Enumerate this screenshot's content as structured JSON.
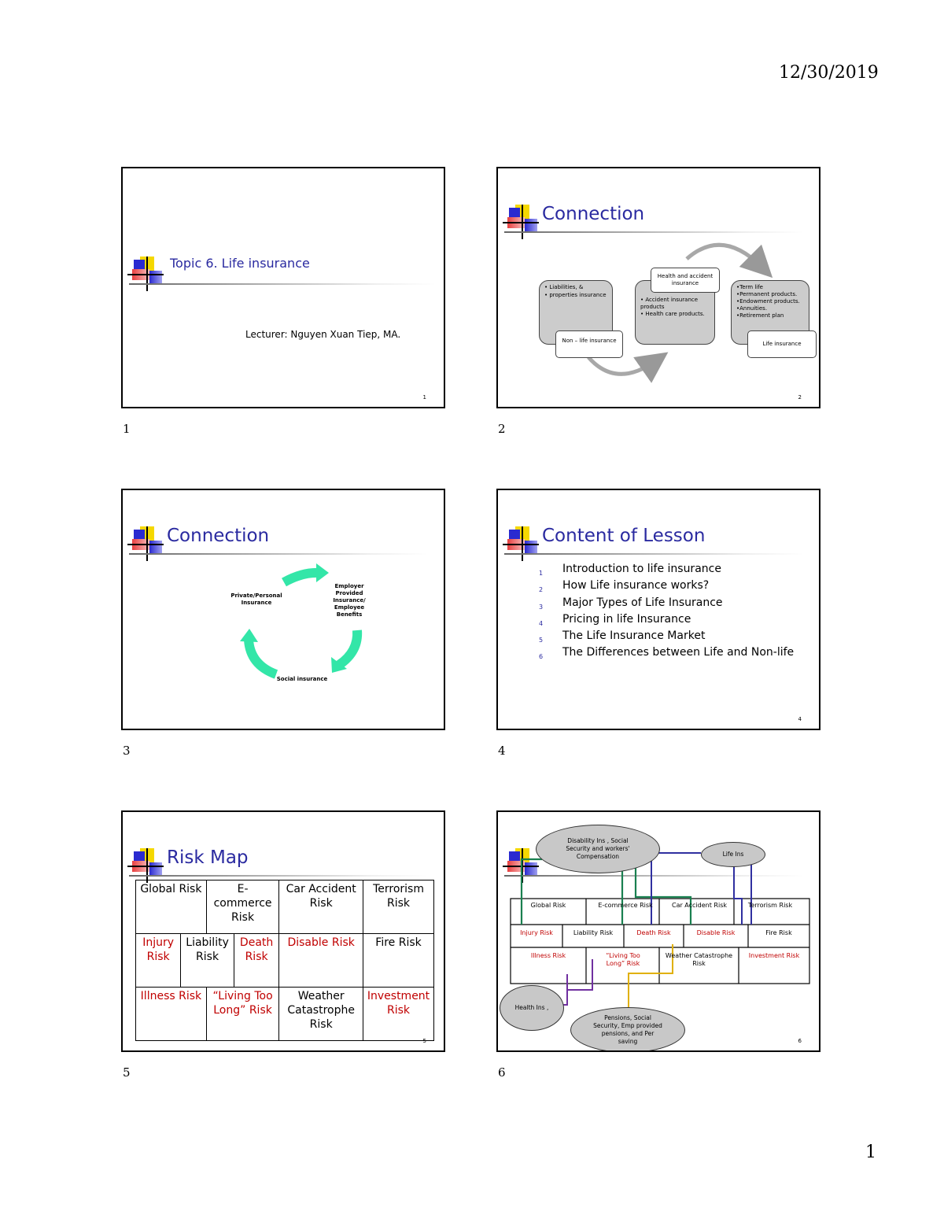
{
  "header": {
    "date": "12/30/2019"
  },
  "footer": {
    "page": "1"
  },
  "slide1": {
    "num": "1",
    "inner_num": "1",
    "title": "Topic 6. Life insurance",
    "lecturer": "Lecturer: Nguyen Xuan Tiep, MA."
  },
  "slide2": {
    "num": "2",
    "inner_num": "2",
    "title": "Connection",
    "box1_lines": [
      "• Liabilities, &",
      "• properties insurance"
    ],
    "box1_label": "Non – life insurance",
    "box2_label": "Health and accident insurance",
    "box2_lines": [
      "• Accident insurance products",
      "• Health care products."
    ],
    "box3_lines": [
      "•Term life",
      "•Permanent products.",
      "•Endowment products.",
      "•Annuities.",
      "•Retirement plan"
    ],
    "box3_label": "Life insurance"
  },
  "slide3": {
    "num": "3",
    "title": "Connection",
    "label_left": "Private/Personal Insurance",
    "label_right": "Employer Provided Insurance/ Employee Benefits",
    "label_bottom": "Social insurance"
  },
  "slide4": {
    "num": "4",
    "inner_num": "4",
    "title": "Content of Lesson",
    "items": [
      {
        "n": "1",
        "text": "Introduction to life insurance"
      },
      {
        "n": "2",
        "text": "How Life insurance works?"
      },
      {
        "n": "3",
        "text": "Major Types of Life Insurance"
      },
      {
        "n": "4",
        "text": "Pricing in life Insurance"
      },
      {
        "n": "5",
        "text": "The Life Insurance Market"
      },
      {
        "n": "6",
        "text": "The Differences between Life and Non-life"
      }
    ]
  },
  "slide5": {
    "num": "5",
    "inner_num": "5",
    "title": "Risk Map",
    "row1": [
      "Global Risk",
      "E-commerce Risk",
      "Car Accident Risk",
      "Terrorism Risk"
    ],
    "row2": [
      "Injury Risk",
      "Liability Risk",
      "Death Risk",
      "Disable Risk",
      "Fire Risk"
    ],
    "row3": [
      "Illness Risk",
      "“Living Too Long” Risk",
      "Weather Catastrophe Risk",
      "Investment Risk"
    ]
  },
  "slide6": {
    "num": "6",
    "inner_num": "6",
    "ell_disability": "Disability Ins , Social Security and workers' Compensation",
    "ell_life": "Life Ins",
    "ell_health": "Health Ins ,",
    "ell_pensions": "Pensions, Social Security, Emp provided pensions, and Per saving",
    "row1": [
      "Global Risk",
      "E-commerce Risk",
      "Car Accident Risk",
      "Terrorism Risk"
    ],
    "row2": [
      "Injury Risk",
      "Liability Risk",
      "Death Risk",
      "Disable Risk",
      "Fire Risk"
    ],
    "row3": [
      "Illness Risk",
      "“Living Too Long” Risk",
      "Weather Catastrophe Risk",
      "Investment Risk"
    ]
  }
}
